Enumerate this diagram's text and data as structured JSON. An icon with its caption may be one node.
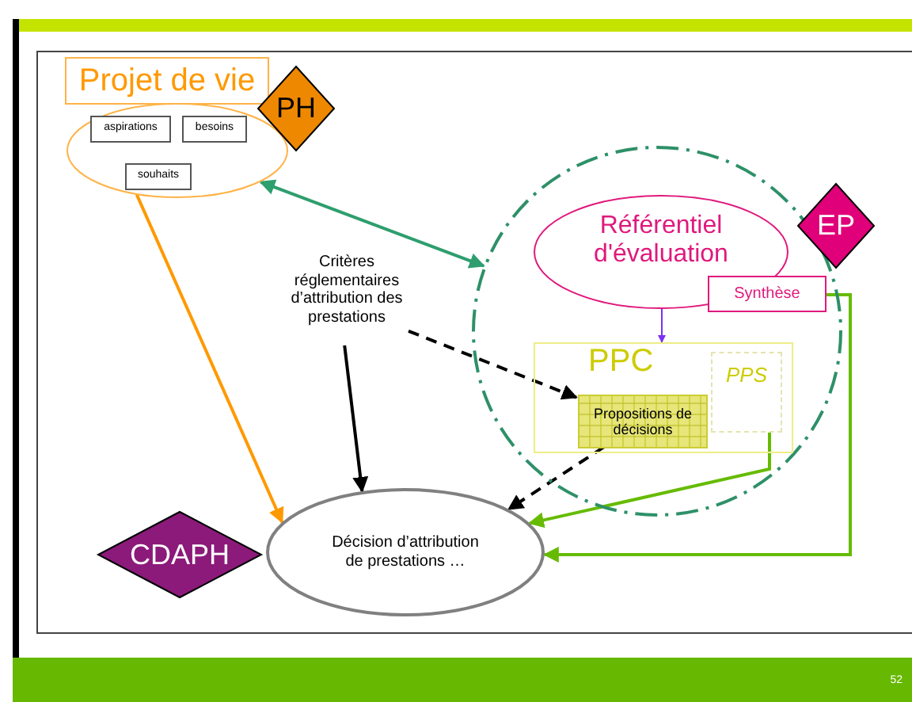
{
  "diagram": {
    "nodes": [
      {
        "text": [
          "Projet de vie"
        ]
      },
      {
        "text": [],
        "shape": "ellipse"
      },
      {
        "text": [
          "aspirations"
        ],
        "in": 1
      },
      {
        "text": [
          "besoins"
        ],
        "in": 1
      },
      {
        "text": [
          "souhaits"
        ],
        "in": 1
      },
      {
        "text": [
          "PH"
        ]
      },
      {
        "text": [
          "Critères réglementaires d’attribution des prestations"
        ]
      },
      {
        "text": [],
        "shape": "circle"
      },
      {
        "text": [
          "Référentiel d'évaluation"
        ],
        "in": 7
      },
      {
        "text": [
          "Synthèse"
        ],
        "in": 7
      },
      {
        "text": [
          "EP"
        ]
      },
      {
        "text": [
          "PPC"
        ],
        "in": 7
      },
      {
        "text": [
          "PPS"
        ],
        "in": 11
      },
      {
        "text": [
          "Propositions de décisions"
        ],
        "in": 11
      },
      {
        "text": [
          "Décision d’attribution de prestations …"
        ]
      },
      {
        "text": [
          "CDAPH"
        ]
      }
    ],
    "edges": [
      {
        "from": 1,
        "to": 7,
        "arrow": "both",
        "color": "#2e9e6e"
      },
      {
        "from": 1,
        "to": 14,
        "arrow": "to",
        "color": "#ff9900"
      },
      {
        "from": 6,
        "to": 14,
        "arrow": "to"
      },
      {
        "from": 6,
        "to": 13,
        "arrow": "to",
        "style": "dashed"
      },
      {
        "from": 13,
        "to": 14,
        "arrow": "to",
        "style": "dashed"
      },
      {
        "from": 8,
        "to": 11,
        "arrow": "to",
        "color": "#7b2ff7"
      },
      {
        "from": 12,
        "to": 14,
        "arrow": "to",
        "color": "#66bb00"
      },
      {
        "from": 9,
        "to": 14,
        "arrow": "to",
        "color": "#66bb00"
      }
    ],
    "labels": [
      "52"
    ]
  }
}
